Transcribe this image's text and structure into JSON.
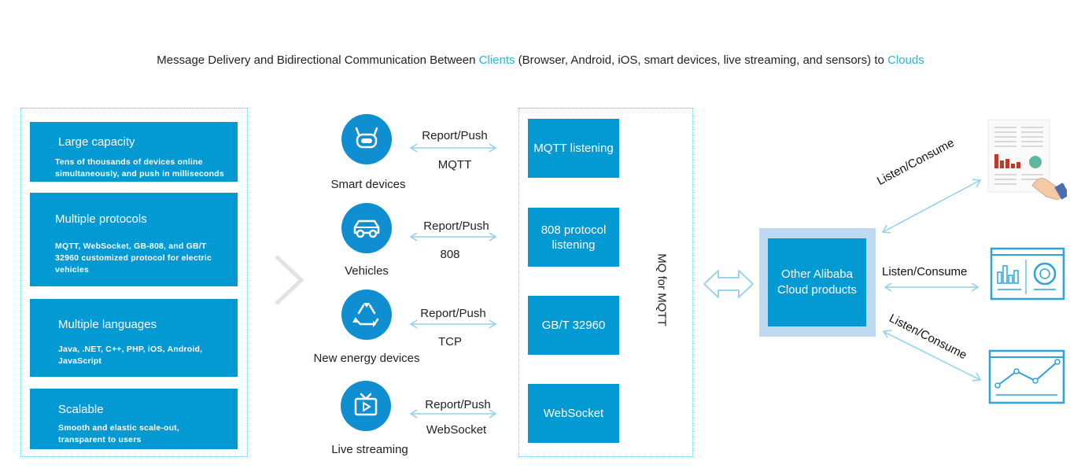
{
  "title": {
    "prefix": "Message Delivery and Bidirectional Communication Between ",
    "clients": "Clients",
    "middle": " (Browser, Android, iOS, smart devices, live streaming, and sensors) to ",
    "clouds": "Clouds"
  },
  "features": [
    {
      "title": "Large capacity",
      "desc": "Tens of thousands of devices online simultaneously, and push in milliseconds"
    },
    {
      "title": "Multiple protocols",
      "desc": "MQTT, WebSocket, GB-808, and GB/T 32960 customized protocol for electric vehicles"
    },
    {
      "title": "Multiple languages",
      "desc": "Java, .NET, C++, PHP, iOS, Android, JavaScript"
    },
    {
      "title": "Scalable",
      "desc": "Smooth and elastic scale-out, transparent to users"
    }
  ],
  "clients": [
    {
      "label": "Smart devices",
      "icon": "robot-icon",
      "action": "Report/Push",
      "protocol": "MQTT"
    },
    {
      "label": "Vehicles",
      "icon": "car-icon",
      "action": "Report/Push",
      "protocol": "808"
    },
    {
      "label": "New energy devices",
      "icon": "recycle-icon",
      "action": "Report/Push",
      "protocol": "TCP"
    },
    {
      "label": "Live streaming",
      "icon": "tv-icon",
      "action": "Report/Push",
      "protocol": "WebSocket"
    }
  ],
  "mq": {
    "name": "MQ for MQTT",
    "items": [
      "MQTT listening",
      "808 protocol listening",
      "GB/T 32960",
      "WebSocket"
    ]
  },
  "cloud_products": "Other Alibaba Cloud products",
  "consumers": [
    {
      "label": "Listen/Consume",
      "icon": "report-chart-icon"
    },
    {
      "label": "Listen/Consume",
      "icon": "dashboard-icon"
    },
    {
      "label": "Listen/Consume",
      "icon": "line-chart-icon"
    }
  ],
  "colors": {
    "accent": "#039ad4",
    "highlight": "#29b6d6",
    "border": "#6cc3e0",
    "arrow": "#8fd0ea"
  }
}
